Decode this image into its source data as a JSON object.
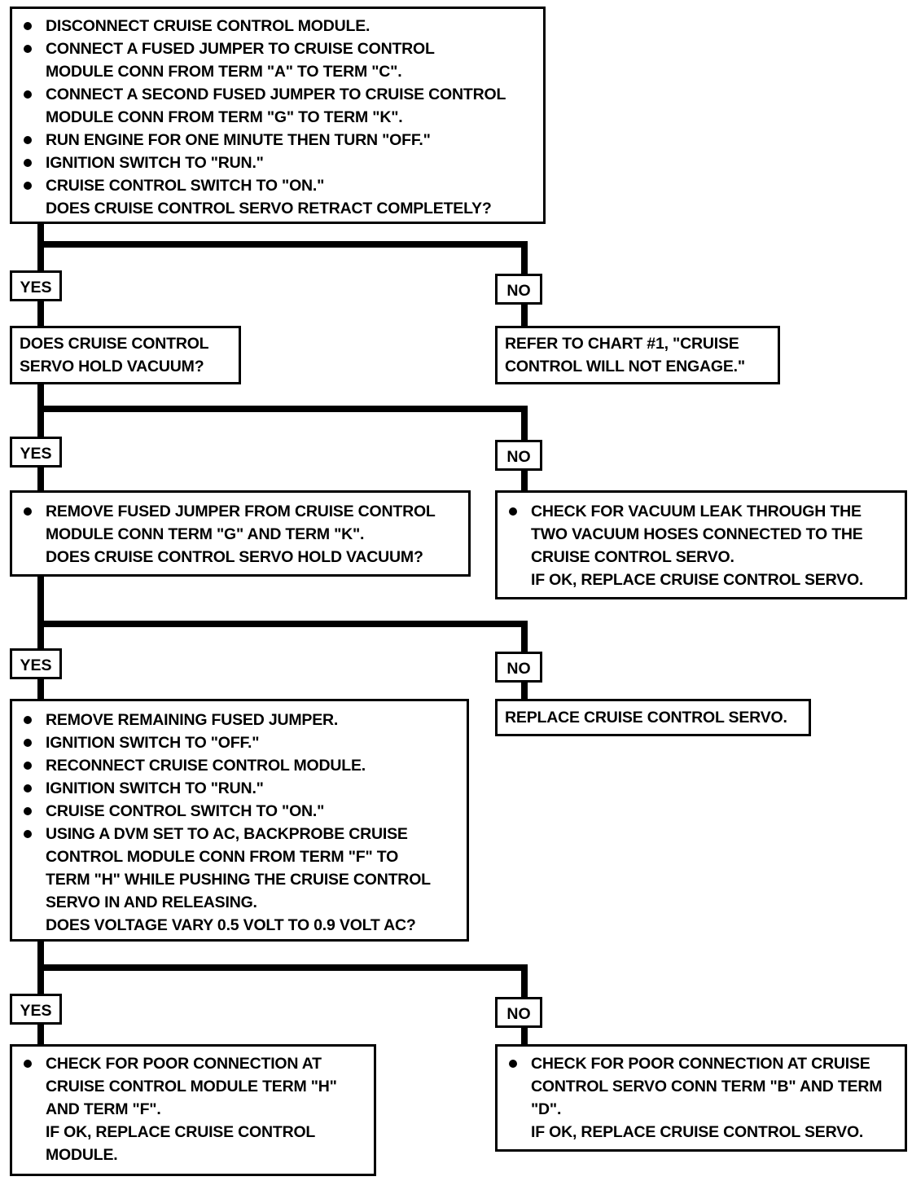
{
  "box1": {
    "bullets": [
      "DISCONNECT CRUISE CONTROL MODULE.",
      "CONNECT A FUSED JUMPER TO CRUISE CONTROL MODULE CONN FROM TERM \"A\" TO TERM \"C\".",
      "CONNECT A SECOND FUSED JUMPER TO CRUISE CONTROL MODULE CONN FROM TERM \"G\" TO TERM \"K\".",
      "RUN ENGINE FOR ONE MINUTE THEN TURN \"OFF.\"",
      "IGNITION SWITCH TO \"RUN.\"",
      "CRUISE CONTROL SWITCH TO \"ON.\""
    ],
    "question": "DOES CRUISE CONTROL SERVO RETRACT COMPLETELY?"
  },
  "branch1": {
    "yes_label": "YES",
    "no_label": "NO",
    "yes_box": "DOES CRUISE CONTROL SERVO HOLD VACUUM?",
    "no_box": "REFER TO CHART #1, \"CRUISE CONTROL WILL NOT ENGAGE.\""
  },
  "branch2": {
    "yes_label": "YES",
    "no_label": "NO",
    "yes_bullets": [
      "REMOVE FUSED JUMPER FROM CRUISE CONTROL MODULE CONN TERM \"G\" AND TERM \"K\"."
    ],
    "yes_question": "DOES CRUISE CONTROL SERVO HOLD VACUUM?",
    "no_bullets": [
      "CHECK FOR VACUUM LEAK THROUGH THE TWO VACUUM HOSES CONNECTED TO THE CRUISE CONTROL SERVO."
    ],
    "no_text": "IF OK, REPLACE CRUISE CONTROL SERVO."
  },
  "branch3": {
    "yes_label": "YES",
    "no_label": "NO",
    "yes_bullets": [
      "REMOVE REMAINING FUSED JUMPER.",
      "IGNITION SWITCH TO \"OFF.\"",
      "RECONNECT CRUISE CONTROL MODULE.",
      "IGNITION SWITCH TO \"RUN.\"",
      "CRUISE CONTROL SWITCH TO \"ON.\"",
      "USING A DVM SET TO AC, BACKPROBE CRUISE CONTROL MODULE CONN FROM TERM \"F\" TO TERM \"H\" WHILE PUSHING THE CRUISE CONTROL SERVO IN AND RELEASING."
    ],
    "yes_question": "DOES VOLTAGE VARY 0.5 VOLT TO 0.9 VOLT AC?",
    "no_box": "REPLACE CRUISE CONTROL SERVO."
  },
  "branch4": {
    "yes_label": "YES",
    "no_label": "NO",
    "yes_bullets": [
      "CHECK FOR POOR CONNECTION AT CRUISE CONTROL MODULE TERM \"H\" AND TERM \"F\"."
    ],
    "yes_text": "IF OK, REPLACE CRUISE CONTROL MODULE.",
    "no_bullets": [
      "CHECK FOR POOR CONNECTION AT CRUISE CONTROL SERVO CONN TERM \"B\" AND TERM \"D\"."
    ],
    "no_text": "IF OK, REPLACE CRUISE CONTROL SERVO."
  }
}
